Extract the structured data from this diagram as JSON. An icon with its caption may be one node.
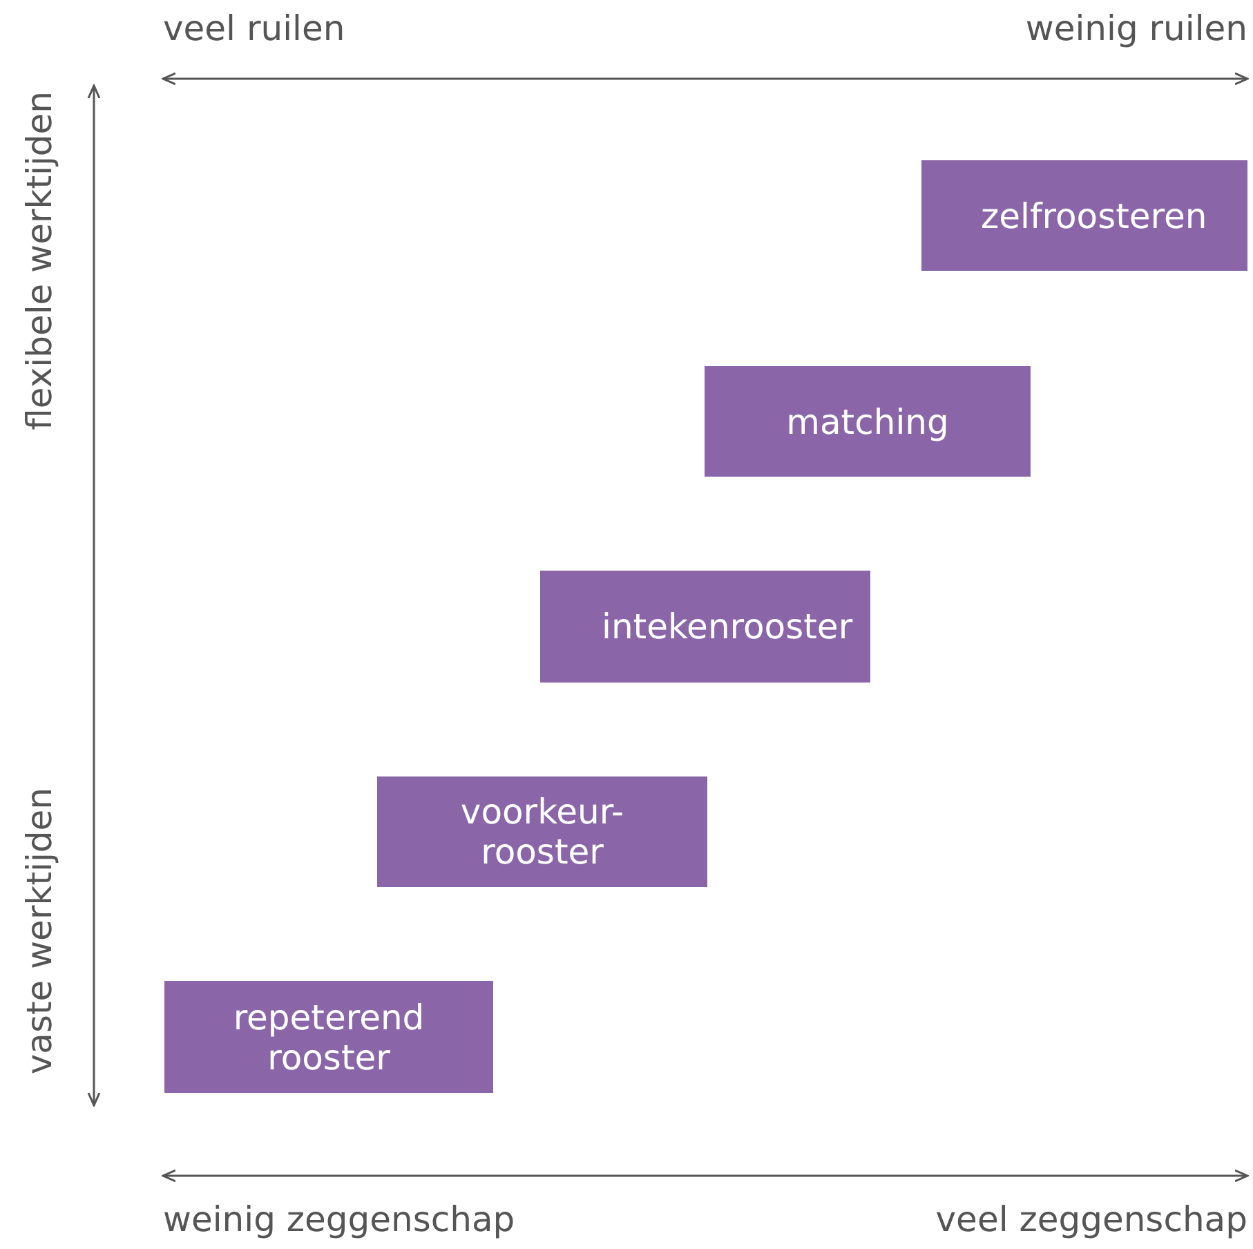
{
  "diagram": {
    "nodes": [
      {
        "text": [
          "zelfroosteren"
        ]
      },
      {
        "text": [
          "matching"
        ]
      },
      {
        "text": [
          "intekenrooster"
        ]
      },
      {
        "text": [
          "voorkeur-rooster"
        ]
      },
      {
        "text": [
          "repeterend rooster"
        ]
      }
    ],
    "labels": [
      "veel ruilen",
      "weinig ruilen",
      "flexibele werktijden",
      "vaste werktijden",
      "weinig zeggenschap",
      "veel zeggenschap"
    ]
  }
}
